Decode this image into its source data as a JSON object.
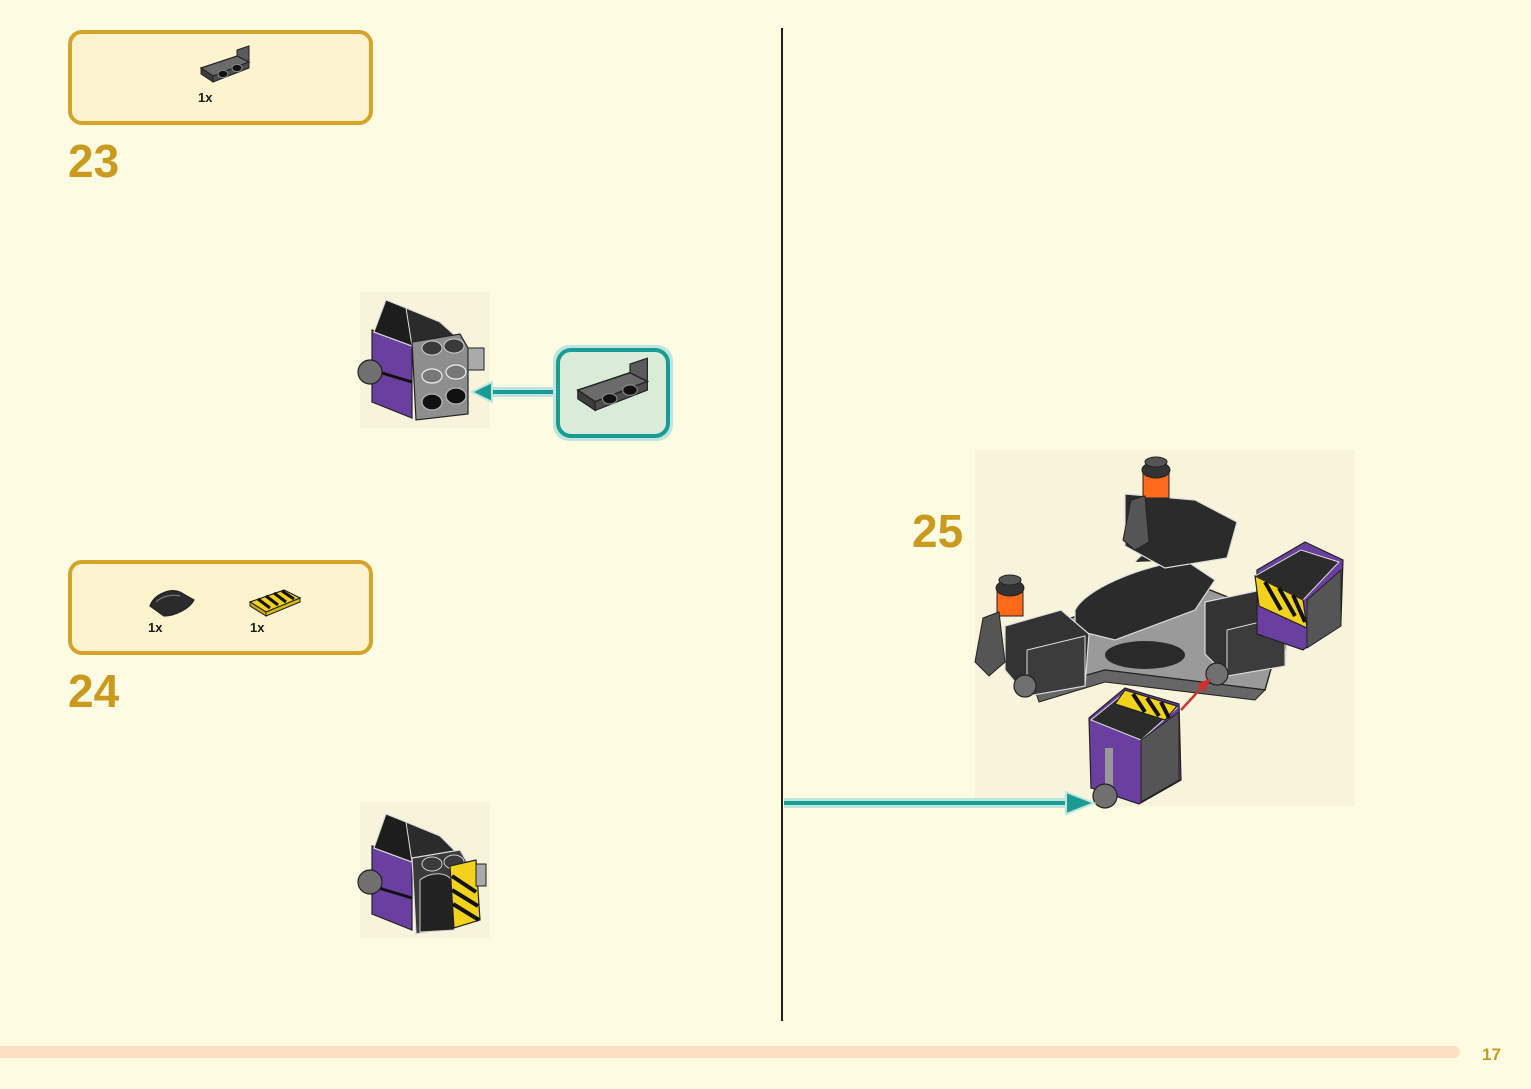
{
  "steps": [
    {
      "number": "23",
      "parts": [
        {
          "qty": "1x",
          "part": "dark-grey-bracket-plate"
        }
      ]
    },
    {
      "number": "24",
      "parts": [
        {
          "qty": "1x",
          "part": "black-curved-slope"
        },
        {
          "qty": "1x",
          "part": "yellow-black-striped-tile"
        }
      ]
    },
    {
      "number": "25"
    }
  ],
  "page_number": "17",
  "colors": {
    "background": "#fefbe3",
    "callout_border": "#d6a32a",
    "callout_fill": "#fef3cf",
    "step_number": "#c99a1e",
    "arrow_teal": "#1a9c94",
    "arrow_red": "#d03030",
    "footer_bar": "#fde0c2"
  }
}
